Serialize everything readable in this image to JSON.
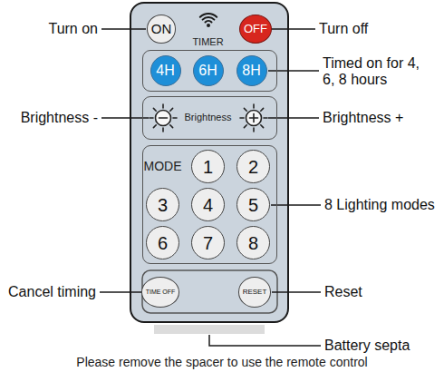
{
  "diagram": {
    "caption": "Please remove the spacer to use the remote control",
    "nodes": [
      {
        "text": [
          "ON"
        ]
      },
      {
        "text": [
          "OFF"
        ]
      },
      {
        "text": [
          "TIMER"
        ]
      },
      {
        "text": [
          "4H"
        ],
        "in": 2
      },
      {
        "text": [
          "6H"
        ],
        "in": 2
      },
      {
        "text": [
          "8H"
        ],
        "in": 2
      },
      {
        "text": [
          "Brightness"
        ]
      },
      {
        "text": [
          "MODE"
        ]
      },
      {
        "text": [
          "1"
        ],
        "in": 7
      },
      {
        "text": [
          "2"
        ],
        "in": 7
      },
      {
        "text": [
          "3"
        ],
        "in": 7
      },
      {
        "text": [
          "4"
        ],
        "in": 7
      },
      {
        "text": [
          "5"
        ],
        "in": 7
      },
      {
        "text": [
          "6"
        ],
        "in": 7
      },
      {
        "text": [
          "7"
        ],
        "in": 7
      },
      {
        "text": [
          "8"
        ],
        "in": 7
      },
      {
        "text": [
          "TIME OFF"
        ]
      },
      {
        "text": [
          "RESET"
        ]
      }
    ],
    "labels": [
      "Turn on",
      "Turn off",
      "Timed on for 4, 6, 8 hours",
      "Brightness -",
      "Brightness +",
      "8 Lighting modes",
      "Cancel timing",
      "Reset",
      "Battery septa"
    ]
  }
}
